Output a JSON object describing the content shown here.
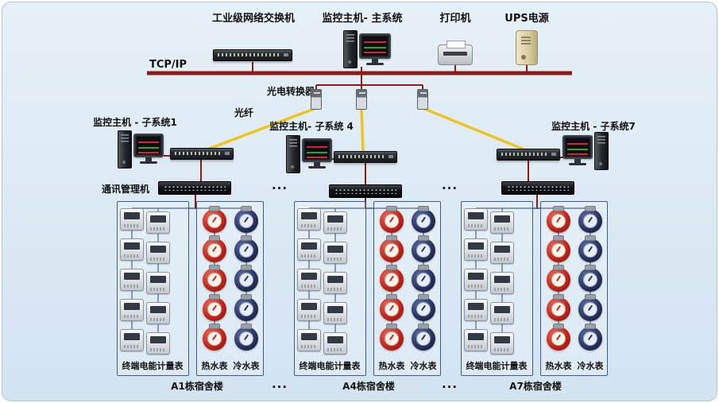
{
  "colors": {
    "canvas-bg-top": "#e6f0f8",
    "canvas-bg-bottom": "#d3e4f1",
    "bus": "#8e1a15",
    "fiber": "#edc51f",
    "wire": "#3b5a8f",
    "hot": "#c32318",
    "cold": "#28335f"
  },
  "top_row": {
    "switch_label": "工业级网络交换机",
    "main_host_label": "监控主机- 主系统",
    "printer_label": "打印机",
    "ups_label": "UPS电源"
  },
  "network": {
    "bus_label": "TCP/IP",
    "converter_label": "光电转换器",
    "fiber_label": "光纤",
    "comm_manager_label": "通讯管理机",
    "ellipsis": "..."
  },
  "subsystems": [
    {
      "host_label": "监控主机 - 子系统1",
      "building_label": "A1栋宿舍楼"
    },
    {
      "host_label": "监控主机- 子系统 4",
      "building_label": "A4栋宿舍楼"
    },
    {
      "host_label": "监控主机 - 子系统7",
      "building_label": "A7栋宿舍楼"
    }
  ],
  "meter_section": {
    "energy_label": "终端电能计量表",
    "hot_water_label": "热水表",
    "cold_water_label": "冷水表",
    "rows_per_column": 5,
    "energy_columns_per_building": 2,
    "water_columns_per_building": 2
  }
}
